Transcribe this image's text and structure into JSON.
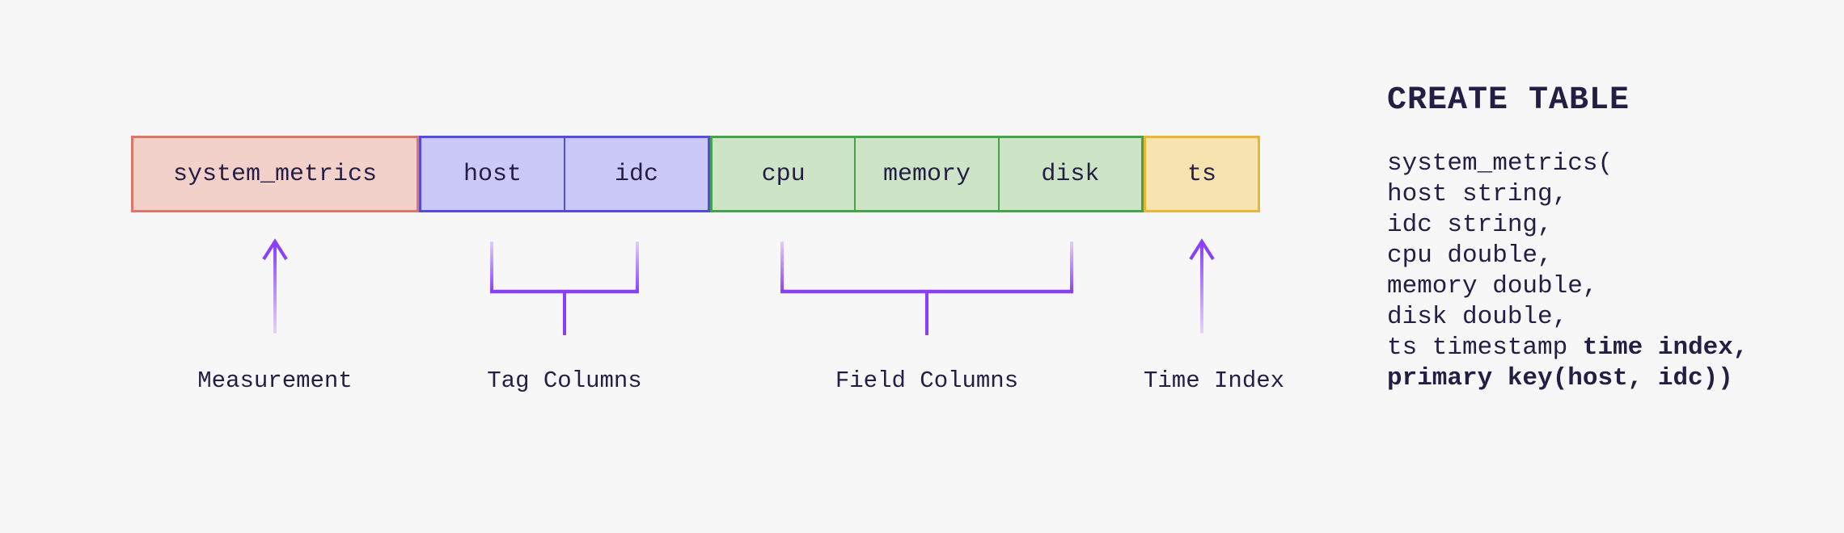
{
  "canvas": {
    "background": "#f7f7f8",
    "text_color": "#241d44",
    "connector_color": "#8a3ffc",
    "connector_fade": "#e3d5fb"
  },
  "diagram": {
    "groups": [
      {
        "name": "measurement",
        "annotation": "Measurement",
        "fill": "#f3d1cb",
        "border": "#df7568",
        "connector": "arrow",
        "cells": [
          "system_metrics"
        ]
      },
      {
        "name": "tag-columns",
        "annotation": "Tag Columns",
        "fill": "#cbc9f7",
        "border": "#564be0",
        "connector": "bracket",
        "cells": [
          "host",
          "idc"
        ]
      },
      {
        "name": "field-columns",
        "annotation": "Field Columns",
        "fill": "#cde4c7",
        "border": "#44a348",
        "connector": "bracket",
        "cells": [
          "cpu",
          "memory",
          "disk"
        ]
      },
      {
        "name": "time-index",
        "annotation": "Time Index",
        "fill": "#f6e3b0",
        "border": "#eab62f",
        "connector": "arrow",
        "cells": [
          "ts"
        ]
      }
    ]
  },
  "sql": {
    "heading": "CREATE TABLE",
    "lines": [
      {
        "text": "system_metrics("
      },
      {
        "text": "host string,"
      },
      {
        "text": "idc string,"
      },
      {
        "text": "cpu double,"
      },
      {
        "text": "memory double,"
      },
      {
        "text": "disk double,"
      },
      {
        "normal": "ts timestamp ",
        "bold": "time index,"
      },
      {
        "bold": "primary key(host, idc))"
      }
    ]
  }
}
